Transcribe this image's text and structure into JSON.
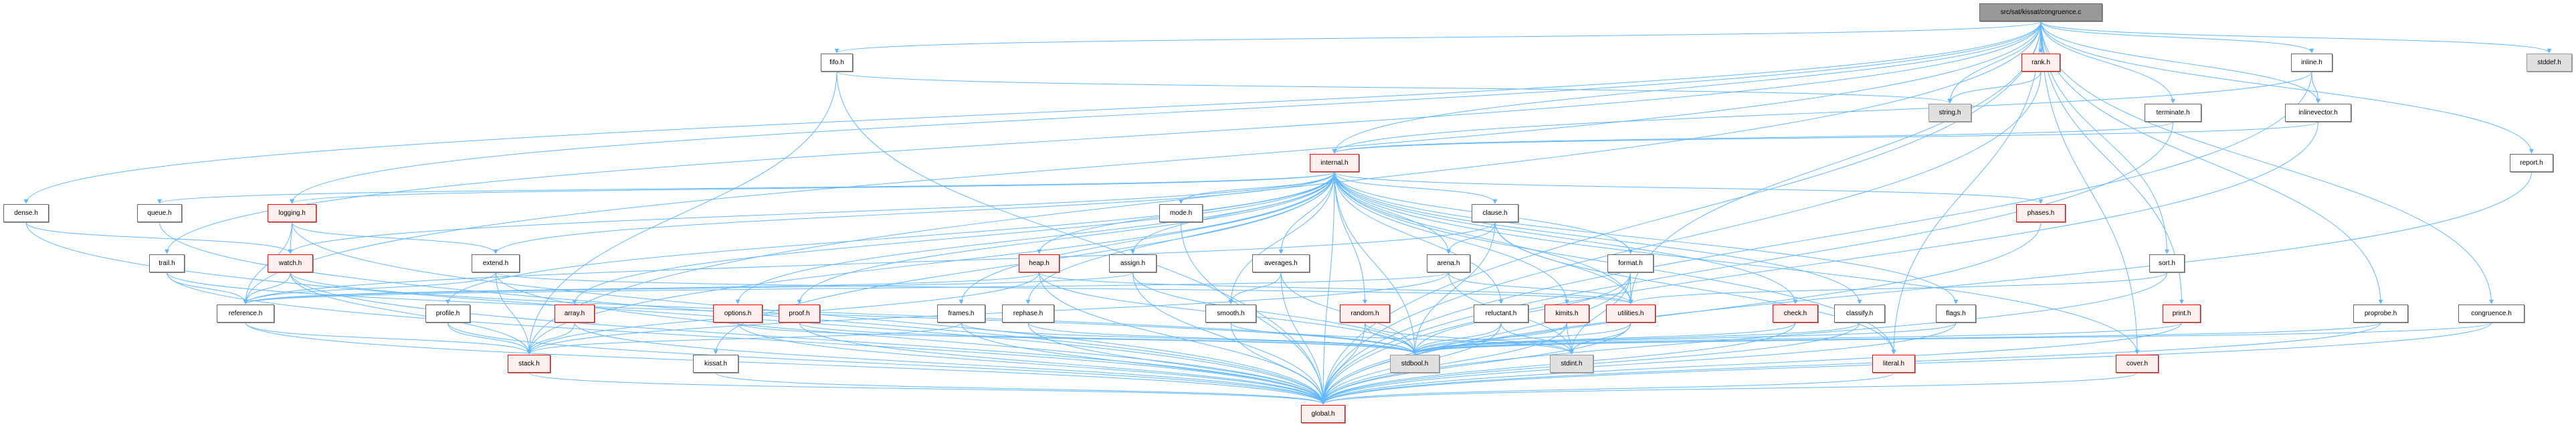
{
  "title": "src/sat/kissat/congruence.c",
  "colors": {
    "edge": "#63b8ff",
    "red_border": "#ff0000",
    "red_fill": "#fff0f0",
    "system_fill": "#e0e0e0",
    "root_fill": "#999999"
  },
  "nodes": [
    {
      "id": "root",
      "label": "src/sat/kissat/congruence.c",
      "style": "root"
    },
    {
      "id": "fifo",
      "label": "fifo.h",
      "style": "plain"
    },
    {
      "id": "rank",
      "label": "rank.h",
      "style": "red"
    },
    {
      "id": "string",
      "label": "string.h",
      "style": "sys"
    },
    {
      "id": "terminate",
      "label": "terminate.h",
      "style": "plain"
    },
    {
      "id": "inline",
      "label": "inline.h",
      "style": "plain"
    },
    {
      "id": "inlinevector",
      "label": "inlinevector.h",
      "style": "plain"
    },
    {
      "id": "stddef",
      "label": "stddef.h",
      "style": "sys"
    },
    {
      "id": "internal",
      "label": "internal.h",
      "style": "red"
    },
    {
      "id": "report",
      "label": "report.h",
      "style": "plain"
    },
    {
      "id": "dense",
      "label": "dense.h",
      "style": "plain"
    },
    {
      "id": "queue",
      "label": "queue.h",
      "style": "plain"
    },
    {
      "id": "logging",
      "label": "logging.h",
      "style": "red"
    },
    {
      "id": "mode",
      "label": "mode.h",
      "style": "plain"
    },
    {
      "id": "clause",
      "label": "clause.h",
      "style": "plain"
    },
    {
      "id": "phases",
      "label": "phases.h",
      "style": "red"
    },
    {
      "id": "trail",
      "label": "trail.h",
      "style": "plain"
    },
    {
      "id": "watch",
      "label": "watch.h",
      "style": "red"
    },
    {
      "id": "extend",
      "label": "extend.h",
      "style": "plain"
    },
    {
      "id": "heap",
      "label": "heap.h",
      "style": "red"
    },
    {
      "id": "assign",
      "label": "assign.h",
      "style": "plain"
    },
    {
      "id": "averages",
      "label": "averages.h",
      "style": "plain"
    },
    {
      "id": "arena",
      "label": "arena.h",
      "style": "plain"
    },
    {
      "id": "format",
      "label": "format.h",
      "style": "plain"
    },
    {
      "id": "sort",
      "label": "sort.h",
      "style": "plain"
    },
    {
      "id": "reference",
      "label": "reference.h",
      "style": "plain"
    },
    {
      "id": "profile",
      "label": "profile.h",
      "style": "plain"
    },
    {
      "id": "array",
      "label": "array.h",
      "style": "red"
    },
    {
      "id": "options",
      "label": "options.h",
      "style": "red"
    },
    {
      "id": "proof",
      "label": "proof.h",
      "style": "red"
    },
    {
      "id": "frames",
      "label": "frames.h",
      "style": "plain"
    },
    {
      "id": "rephase",
      "label": "rephase.h",
      "style": "plain"
    },
    {
      "id": "smooth",
      "label": "smooth.h",
      "style": "plain"
    },
    {
      "id": "random",
      "label": "random.h",
      "style": "red"
    },
    {
      "id": "reluctant",
      "label": "reluctant.h",
      "style": "plain"
    },
    {
      "id": "kimits",
      "label": "kimits.h",
      "style": "red"
    },
    {
      "id": "utilities",
      "label": "utilities.h",
      "style": "red"
    },
    {
      "id": "check",
      "label": "check.h",
      "style": "red"
    },
    {
      "id": "classify",
      "label": "classify.h",
      "style": "plain"
    },
    {
      "id": "flags",
      "label": "flags.h",
      "style": "plain"
    },
    {
      "id": "print",
      "label": "print.h",
      "style": "red"
    },
    {
      "id": "proprobe",
      "label": "proprobe.h",
      "style": "plain"
    },
    {
      "id": "congruence_h",
      "label": "congruence.h",
      "style": "plain"
    },
    {
      "id": "stack",
      "label": "stack.h",
      "style": "red"
    },
    {
      "id": "kissat",
      "label": "kissat.h",
      "style": "plain"
    },
    {
      "id": "stdbool",
      "label": "stdbool.h",
      "style": "sys"
    },
    {
      "id": "stdint",
      "label": "stdint.h",
      "style": "sys"
    },
    {
      "id": "literal",
      "label": "literal.h",
      "style": "red"
    },
    {
      "id": "cover",
      "label": "cover.h",
      "style": "red"
    },
    {
      "id": "global",
      "label": "global.h",
      "style": "red"
    }
  ],
  "edges": [
    [
      "root",
      "fifo"
    ],
    [
      "root",
      "rank"
    ],
    [
      "root",
      "string"
    ],
    [
      "root",
      "terminate"
    ],
    [
      "root",
      "inline"
    ],
    [
      "root",
      "inlinevector"
    ],
    [
      "root",
      "stddef"
    ],
    [
      "root",
      "internal"
    ],
    [
      "root",
      "report"
    ],
    [
      "root",
      "dense"
    ],
    [
      "root",
      "trail"
    ],
    [
      "root",
      "reference"
    ],
    [
      "root",
      "logging"
    ],
    [
      "root",
      "sort"
    ],
    [
      "root",
      "print"
    ],
    [
      "root",
      "proprobe"
    ],
    [
      "root",
      "congruence_h"
    ],
    [
      "root",
      "cover"
    ],
    [
      "root",
      "literal"
    ],
    [
      "root",
      "utilities"
    ],
    [
      "root",
      "global"
    ],
    [
      "root",
      "stack"
    ],
    [
      "fifo",
      "string"
    ],
    [
      "fifo",
      "stack"
    ],
    [
      "fifo",
      "global"
    ],
    [
      "rank",
      "string"
    ],
    [
      "rank",
      "global"
    ],
    [
      "terminate",
      "internal"
    ],
    [
      "terminate",
      "global"
    ],
    [
      "inline",
      "inlinevector"
    ],
    [
      "inline",
      "internal"
    ],
    [
      "inline",
      "global"
    ],
    [
      "inlinevector",
      "internal"
    ],
    [
      "inlinevector",
      "global"
    ],
    [
      "report",
      "global"
    ],
    [
      "internal",
      "queue"
    ],
    [
      "internal",
      "logging"
    ],
    [
      "internal",
      "watch"
    ],
    [
      "internal",
      "extend"
    ],
    [
      "internal",
      "profile"
    ],
    [
      "internal",
      "array"
    ],
    [
      "internal",
      "options"
    ],
    [
      "internal",
      "proof"
    ],
    [
      "internal",
      "stack"
    ],
    [
      "internal",
      "kissat"
    ],
    [
      "internal",
      "heap"
    ],
    [
      "internal",
      "mode"
    ],
    [
      "internal",
      "assign"
    ],
    [
      "internal",
      "averages"
    ],
    [
      "internal",
      "clause"
    ],
    [
      "internal",
      "arena"
    ],
    [
      "internal",
      "format"
    ],
    [
      "internal",
      "frames"
    ],
    [
      "internal",
      "rephase"
    ],
    [
      "internal",
      "smooth"
    ],
    [
      "internal",
      "random"
    ],
    [
      "internal",
      "reluctant"
    ],
    [
      "internal",
      "kimits"
    ],
    [
      "internal",
      "utilities"
    ],
    [
      "internal",
      "phases"
    ],
    [
      "internal",
      "check"
    ],
    [
      "internal",
      "classify"
    ],
    [
      "internal",
      "flags"
    ],
    [
      "internal",
      "literal"
    ],
    [
      "internal",
      "cover"
    ],
    [
      "internal",
      "stdbool"
    ],
    [
      "internal",
      "global"
    ],
    [
      "dense",
      "watch"
    ],
    [
      "dense",
      "global"
    ],
    [
      "queue",
      "global"
    ],
    [
      "logging",
      "watch"
    ],
    [
      "logging",
      "extend"
    ],
    [
      "logging",
      "reference"
    ],
    [
      "logging",
      "global"
    ],
    [
      "trail",
      "reference"
    ],
    [
      "trail",
      "stdbool"
    ],
    [
      "trail",
      "global"
    ],
    [
      "watch",
      "reference"
    ],
    [
      "watch",
      "stack"
    ],
    [
      "watch",
      "stdbool"
    ],
    [
      "watch",
      "global"
    ],
    [
      "extend",
      "reference"
    ],
    [
      "extend",
      "stack"
    ],
    [
      "extend",
      "utilities"
    ],
    [
      "extend",
      "global"
    ],
    [
      "heap",
      "reference"
    ],
    [
      "heap",
      "stack"
    ],
    [
      "heap",
      "utilities"
    ],
    [
      "heap",
      "stdbool"
    ],
    [
      "heap",
      "global"
    ],
    [
      "mode",
      "global"
    ],
    [
      "assign",
      "reference"
    ],
    [
      "assign",
      "stdbool"
    ],
    [
      "assign",
      "global"
    ],
    [
      "averages",
      "smooth"
    ],
    [
      "averages",
      "stdbool"
    ],
    [
      "averages",
      "global"
    ],
    [
      "clause",
      "arena"
    ],
    [
      "clause",
      "reference"
    ],
    [
      "clause",
      "utilities"
    ],
    [
      "clause",
      "stdbool"
    ],
    [
      "clause",
      "literal"
    ],
    [
      "arena",
      "reference"
    ],
    [
      "arena",
      "stack"
    ],
    [
      "arena",
      "utilities"
    ],
    [
      "arena",
      "stdint"
    ],
    [
      "format",
      "utilities"
    ],
    [
      "format",
      "stdbool"
    ],
    [
      "format",
      "stdint"
    ],
    [
      "format",
      "global"
    ],
    [
      "sort",
      "utilities"
    ],
    [
      "sort",
      "global"
    ],
    [
      "phases",
      "global"
    ],
    [
      "reference",
      "stack"
    ],
    [
      "reference",
      "global"
    ],
    [
      "profile",
      "stack"
    ],
    [
      "profile",
      "global"
    ],
    [
      "array",
      "stack"
    ],
    [
      "array",
      "global"
    ],
    [
      "options",
      "stdbool"
    ],
    [
      "options",
      "global"
    ],
    [
      "proof",
      "stdbool"
    ],
    [
      "proof",
      "global"
    ],
    [
      "frames",
      "stack"
    ],
    [
      "frames",
      "stdbool"
    ],
    [
      "frames",
      "global"
    ],
    [
      "rephase",
      "stdbool"
    ],
    [
      "rephase",
      "global"
    ],
    [
      "smooth",
      "stdint"
    ],
    [
      "smooth",
      "global"
    ],
    [
      "random",
      "stdbool"
    ],
    [
      "random",
      "stdint"
    ],
    [
      "random",
      "global"
    ],
    [
      "reluctant",
      "stdbool"
    ],
    [
      "reluctant",
      "stdint"
    ],
    [
      "reluctant",
      "global"
    ],
    [
      "kimits",
      "stdbool"
    ],
    [
      "kimits",
      "stdint"
    ],
    [
      "kimits",
      "global"
    ],
    [
      "utilities",
      "stdbool"
    ],
    [
      "utilities",
      "stdint"
    ],
    [
      "utilities",
      "global"
    ],
    [
      "check",
      "stdbool"
    ],
    [
      "check",
      "global"
    ],
    [
      "classify",
      "stdbool"
    ],
    [
      "classify",
      "global"
    ],
    [
      "flags",
      "stdbool"
    ],
    [
      "flags",
      "global"
    ],
    [
      "print",
      "stdbool"
    ],
    [
      "print",
      "global"
    ],
    [
      "proprobe",
      "stdbool"
    ],
    [
      "proprobe",
      "global"
    ],
    [
      "congruence_h",
      "stdbool"
    ],
    [
      "congruence_h",
      "global"
    ],
    [
      "stack",
      "global"
    ],
    [
      "kissat",
      "global"
    ],
    [
      "literal",
      "global"
    ],
    [
      "cover",
      "global"
    ]
  ]
}
